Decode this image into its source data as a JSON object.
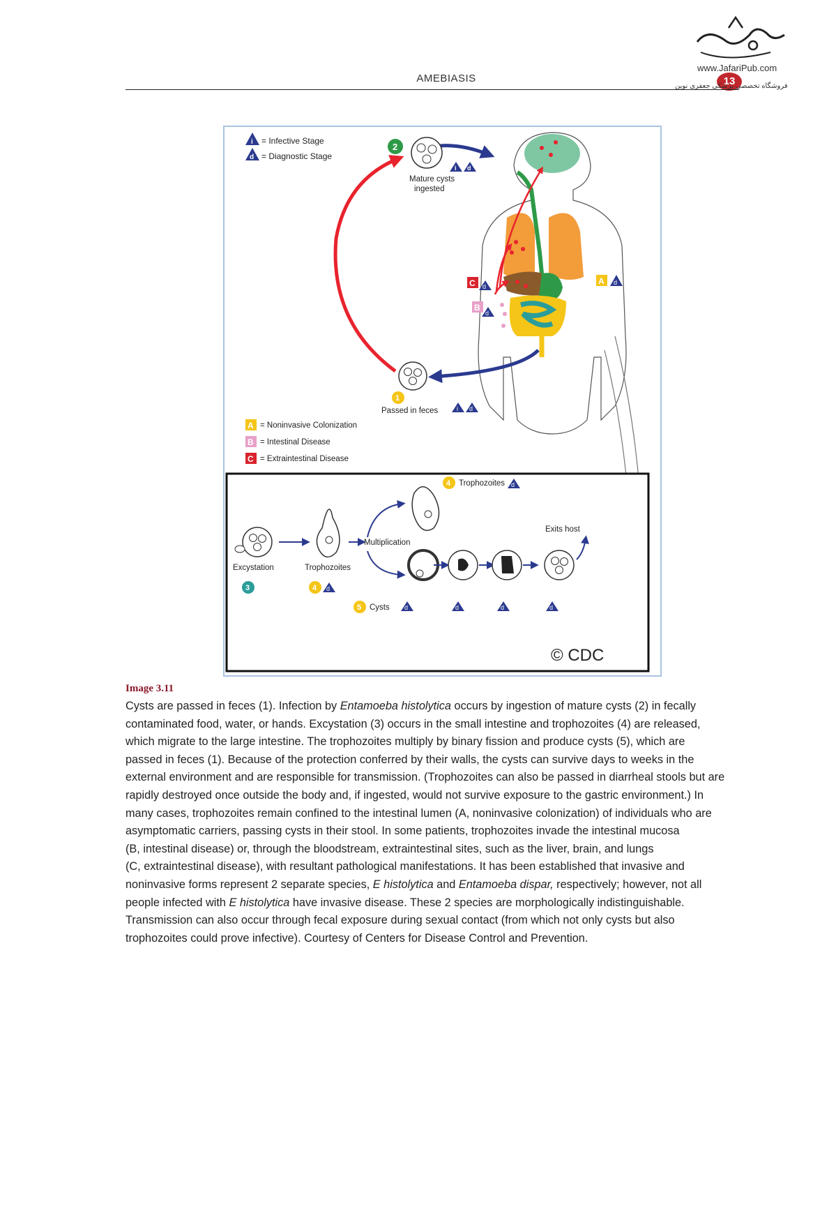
{
  "header": {
    "running_title": "AMEBIASIS",
    "page_number": "13",
    "watermark_url": "www.JafariPub.com",
    "watermark_fa": "فروشگاه تخصصی پزشکی جعفری نوین"
  },
  "figure": {
    "legend_stage": [
      {
        "symbol": "i",
        "text": "= Infective Stage"
      },
      {
        "symbol": "d",
        "text": "= Diagnostic Stage"
      }
    ],
    "legend_disease": [
      {
        "symbol": "A",
        "text": "= Noninvasive Colonization",
        "color": "#f5c518"
      },
      {
        "symbol": "B",
        "text": "= Intestinal Disease",
        "color": "#e8a0c8"
      },
      {
        "symbol": "C",
        "text": "= Extraintestinal Disease",
        "color": "#d9232d"
      }
    ],
    "step1": {
      "num": "1",
      "label": "Passed in feces"
    },
    "step2": {
      "num": "2",
      "label_line1": "Mature cysts",
      "label_line2": "ingested"
    },
    "step3": {
      "num": "3",
      "label": "Excystation"
    },
    "step4a": {
      "num": "4",
      "label": "Trophozoites"
    },
    "step4b": {
      "num": "4",
      "label": "Trophozoites"
    },
    "step5": {
      "num": "5",
      "label": "Cysts"
    },
    "multiplication": "Multiplication",
    "exits_host": "Exits host",
    "copyright": "© CDC",
    "markers": {
      "A": "A",
      "B": "B",
      "C": "C",
      "i": "i",
      "d": "d"
    },
    "colors": {
      "red_arrow": "#e8232d",
      "blue_arrow": "#2b3a8f",
      "yellow": "#f5c518",
      "green": "#2e9a47",
      "teal": "#2a9d9a",
      "brain": "#7fc7a3",
      "lungs": "#f39c3a",
      "liver": "#8a5a2b"
    }
  },
  "caption": {
    "label": "Image 3.11",
    "lines": [
      [
        "Cysts are passed in feces (1). Infection by ",
        {
          "i": "Entamoeba histolytica"
        },
        " occurs by ingestion of mature cysts (2) in fecally"
      ],
      [
        "contaminated food, water, or hands. Excystation (3) occurs in the small intestine and trophozoites (4) are released,"
      ],
      [
        "which migrate to the large intestine. The trophozoites multiply by binary fission and produce cysts (5), which are"
      ],
      [
        "passed in feces (1). Because of the protection conferred by their walls, the cysts can survive days to weeks in the"
      ],
      [
        "external environment and are responsible for transmission. (Trophozoites can also be passed in diarrheal stools but are"
      ],
      [
        "rapidly destroyed once outside the body and, if ingested, would not survive exposure to the gastric environment.) In"
      ],
      [
        "many cases, trophozoites remain confined to the intestinal lumen (A, noninvasive colonization) of individuals who are"
      ],
      [
        "asymptomatic carriers, passing cysts in their stool. In some patients, trophozoites invade the intestinal mucosa"
      ],
      [
        "(B, intestinal disease) or, through the bloodstream, extraintestinal sites, such as the liver, brain, and lungs"
      ],
      [
        "(C, extraintestinal disease), with resultant pathological manifestations. It has been established that invasive and"
      ],
      [
        "noninvasive forms represent 2 separate species, ",
        {
          "i": "E histolytica"
        },
        " and ",
        {
          "i": "Entamoeba dispar,"
        },
        " respectively; however, not all"
      ],
      [
        "people infected with ",
        {
          "i": "E histolytica"
        },
        " have invasive disease. These 2 species are morphologically indistinguishable."
      ],
      [
        "Transmission can also occur through fecal exposure during sexual contact (from which not only cysts but also"
      ],
      [
        "trophozoites could prove infective). Courtesy of Centers for Disease Control and Prevention."
      ]
    ]
  }
}
